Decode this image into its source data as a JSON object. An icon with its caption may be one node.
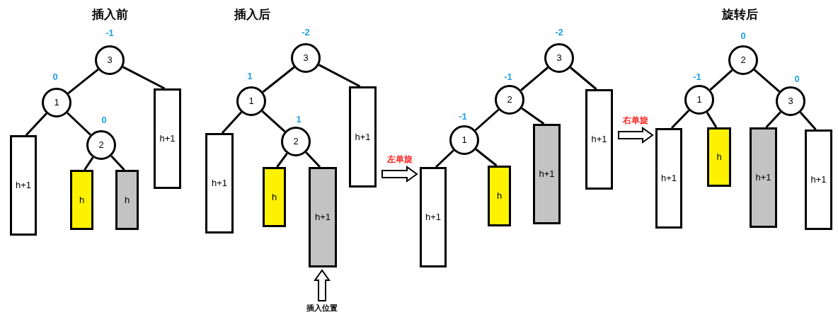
{
  "diagram": {
    "nodes": [
      {
        "text": [
          "3"
        ],
        "beside": [
          "-1"
        ]
      },
      {
        "text": [
          "1"
        ],
        "beside": [
          "0"
        ]
      },
      {
        "text": [
          "h+1"
        ]
      },
      {
        "text": [
          "2"
        ],
        "beside": [
          "0"
        ]
      },
      {
        "text": [
          "h"
        ]
      },
      {
        "text": [
          "h"
        ]
      },
      {
        "text": [
          "h+1"
        ]
      },
      {
        "text": [
          "3"
        ],
        "beside": [
          "-2"
        ]
      },
      {
        "text": [
          "1"
        ],
        "beside": [
          "1"
        ]
      },
      {
        "text": [
          "h+1"
        ]
      },
      {
        "text": [
          "2"
        ],
        "beside": [
          "1"
        ]
      },
      {
        "text": [
          "h"
        ]
      },
      {
        "text": [
          "h+1"
        ]
      },
      {
        "text": [
          "h+1"
        ]
      },
      {
        "text": [
          "插入位置"
        ]
      },
      {
        "text": [
          "3"
        ],
        "beside": [
          "-2"
        ]
      },
      {
        "text": [
          "2"
        ],
        "beside": [
          "-1"
        ]
      },
      {
        "text": [
          "1"
        ],
        "beside": [
          "-1"
        ]
      },
      {
        "text": [
          "h+1"
        ]
      },
      {
        "text": [
          "h"
        ]
      },
      {
        "text": [
          "h+1"
        ]
      },
      {
        "text": [
          "h+1"
        ]
      },
      {
        "text": [
          "2"
        ],
        "beside": [
          "0"
        ]
      },
      {
        "text": [
          "1"
        ],
        "beside": [
          "-1"
        ]
      },
      {
        "text": [
          "h+1"
        ]
      },
      {
        "text": [
          "h"
        ]
      },
      {
        "text": [
          "3"
        ],
        "beside": [
          "0"
        ]
      },
      {
        "text": [
          "h+1"
        ]
      },
      {
        "text": [
          "h+1"
        ]
      }
    ],
    "edges": [
      {
        "from": 0,
        "to": 1,
        "arrow": "none"
      },
      {
        "from": 0,
        "to": 6,
        "arrow": "none"
      },
      {
        "from": 1,
        "to": 2,
        "arrow": "none"
      },
      {
        "from": 1,
        "to": 3,
        "arrow": "none"
      },
      {
        "from": 3,
        "to": 4,
        "arrow": "none"
      },
      {
        "from": 3,
        "to": 5,
        "arrow": "none"
      },
      {
        "from": 7,
        "to": 8,
        "arrow": "none"
      },
      {
        "from": 7,
        "to": 13,
        "arrow": "none"
      },
      {
        "from": 8,
        "to": 9,
        "arrow": "none"
      },
      {
        "from": 8,
        "to": 10,
        "arrow": "none"
      },
      {
        "from": 10,
        "to": 11,
        "arrow": "none"
      },
      {
        "from": 10,
        "to": 12,
        "arrow": "none"
      },
      {
        "from": 14,
        "to": 12,
        "arrow": "to"
      },
      {
        "from": 13,
        "to": 18,
        "arrow": "to",
        "label": "左单旋"
      },
      {
        "from": 15,
        "to": 16,
        "arrow": "none"
      },
      {
        "from": 15,
        "to": 21,
        "arrow": "none"
      },
      {
        "from": 16,
        "to": 17,
        "arrow": "none"
      },
      {
        "from": 16,
        "to": 20,
        "arrow": "none"
      },
      {
        "from": 17,
        "to": 18,
        "arrow": "none"
      },
      {
        "from": 17,
        "to": 19,
        "arrow": "none"
      },
      {
        "from": 21,
        "to": 24,
        "arrow": "to",
        "label": "右单旋"
      },
      {
        "from": 22,
        "to": 23,
        "arrow": "none"
      },
      {
        "from": 22,
        "to": 26,
        "arrow": "none"
      },
      {
        "from": 23,
        "to": 24,
        "arrow": "none"
      },
      {
        "from": 23,
        "to": 25,
        "arrow": "none"
      },
      {
        "from": 26,
        "to": 27,
        "arrow": "none"
      },
      {
        "from": 26,
        "to": 28,
        "arrow": "none"
      }
    ],
    "labels": [
      "插入前",
      "插入后",
      "旋转后"
    ]
  }
}
